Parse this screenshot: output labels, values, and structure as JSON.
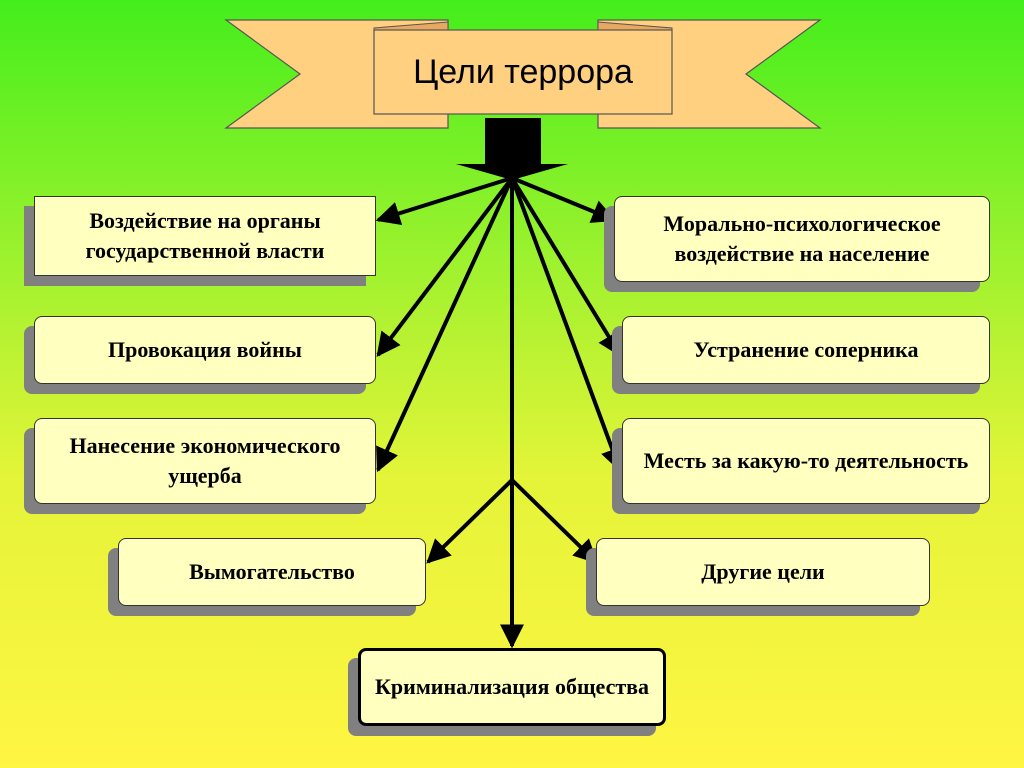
{
  "title": "Цели террора",
  "goals": {
    "gov_influence": "Воздействие на органы государственной власти",
    "moral_influence": "Морально-психологическое воздействие на население",
    "war_provocation": "Провокация войны",
    "rival_elimination": "Устранение соперника",
    "economic_damage": "Нанесение экономического ущерба",
    "revenge": "Месть за какую-то деятельность",
    "extortion": "Вымогательство",
    "other_goals": "Другие цели",
    "criminalization": "Криминализация общества"
  },
  "colors": {
    "box_fill": "#ffffc0",
    "banner_fill": "#ffd080",
    "banner_fold": "#e8a860",
    "shadow": "#808080",
    "arrow": "#000000"
  }
}
